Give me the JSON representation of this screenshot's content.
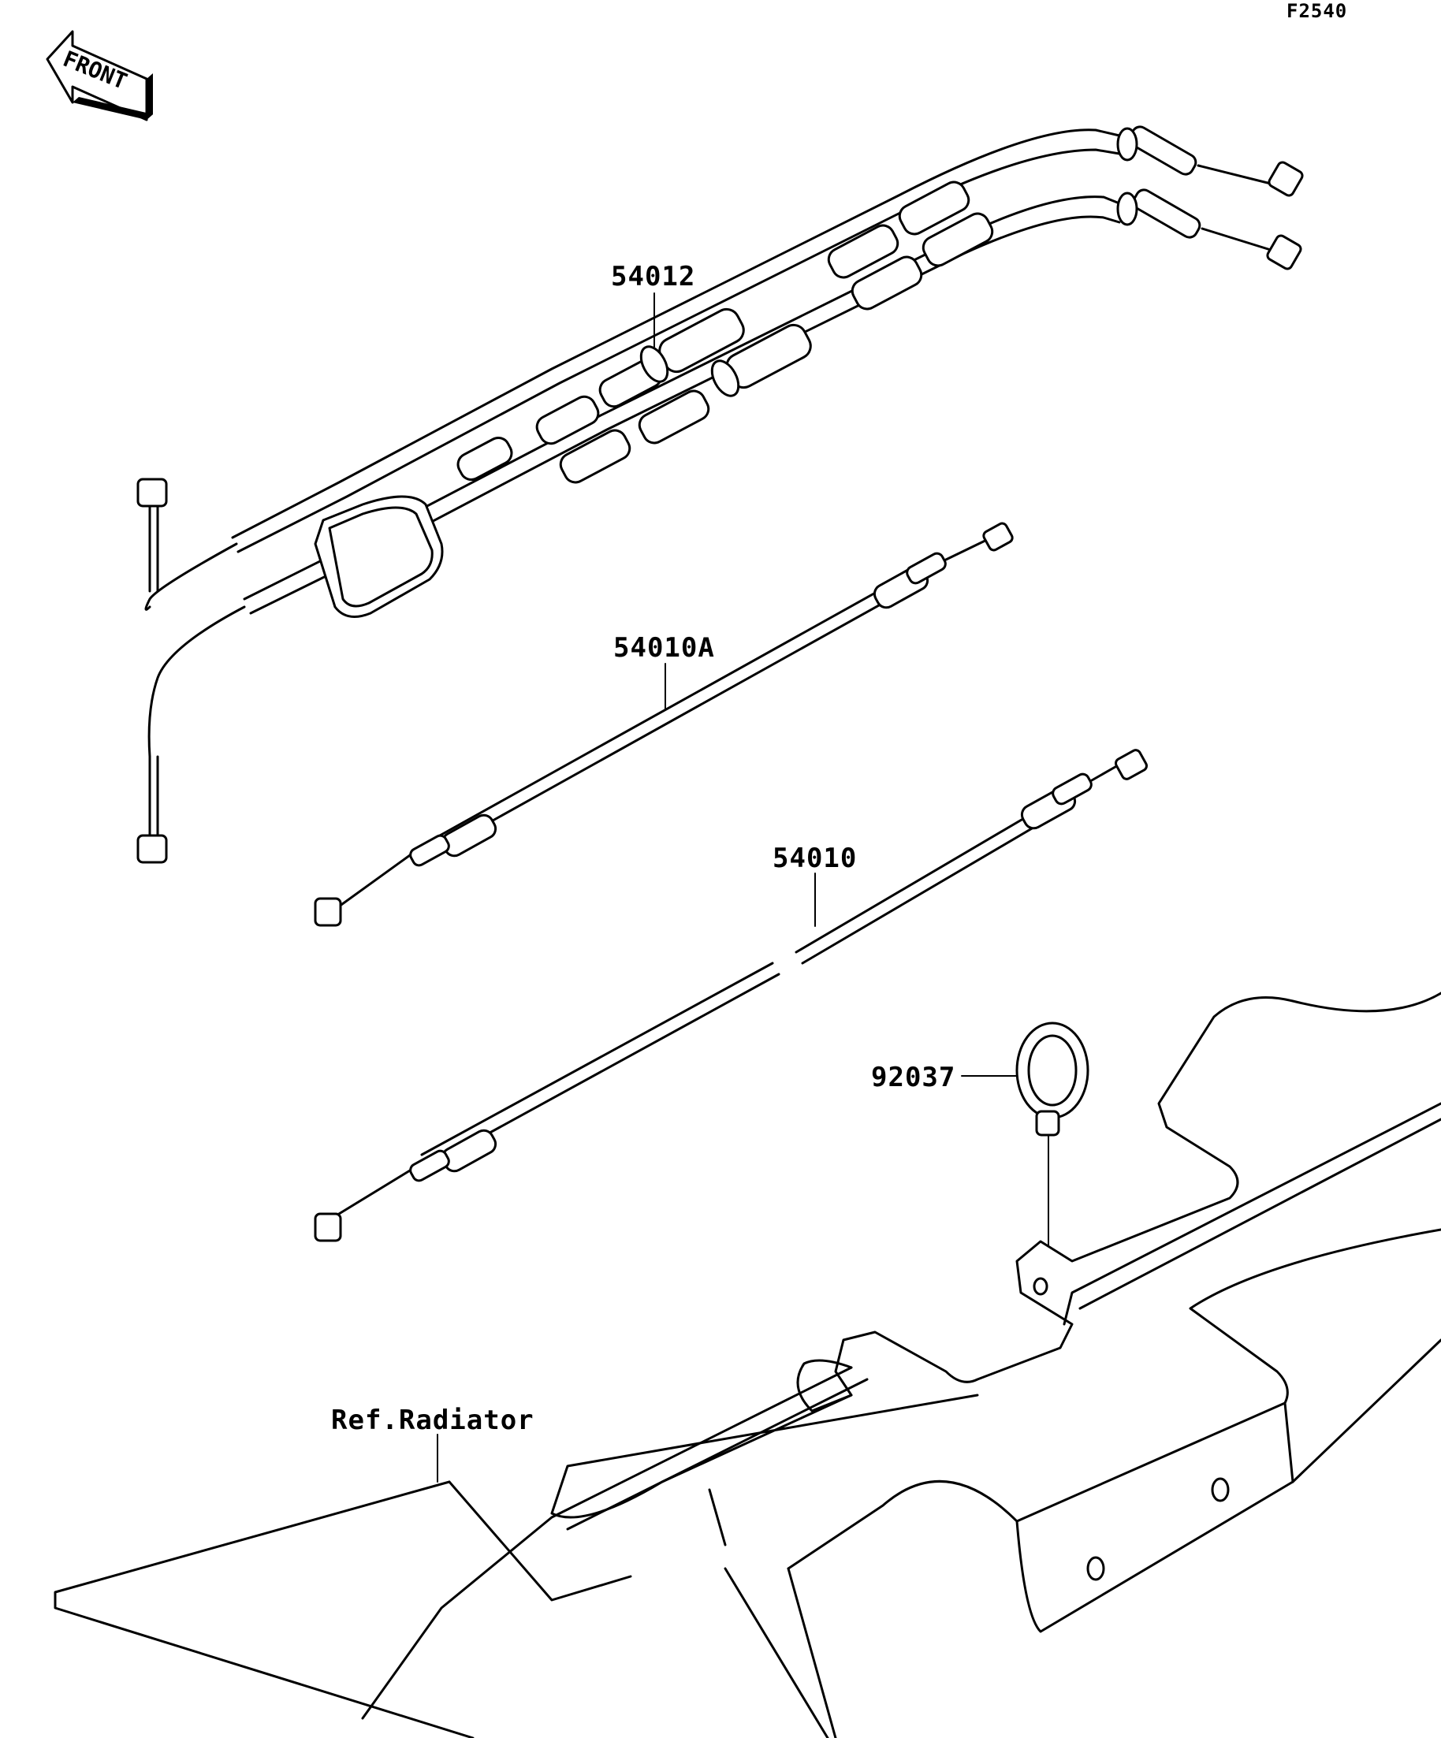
{
  "figure_code": "F2540",
  "front_label": "FRONT",
  "callouts": [
    {
      "id": "throttle-cable-assembly",
      "text": "54012"
    },
    {
      "id": "choke-cable-a",
      "text": "54010A"
    },
    {
      "id": "choke-cable",
      "text": "54010"
    },
    {
      "id": "cable-clamp",
      "text": "92037"
    },
    {
      "id": "radiator-reference",
      "text": "Ref.Radiator"
    }
  ]
}
